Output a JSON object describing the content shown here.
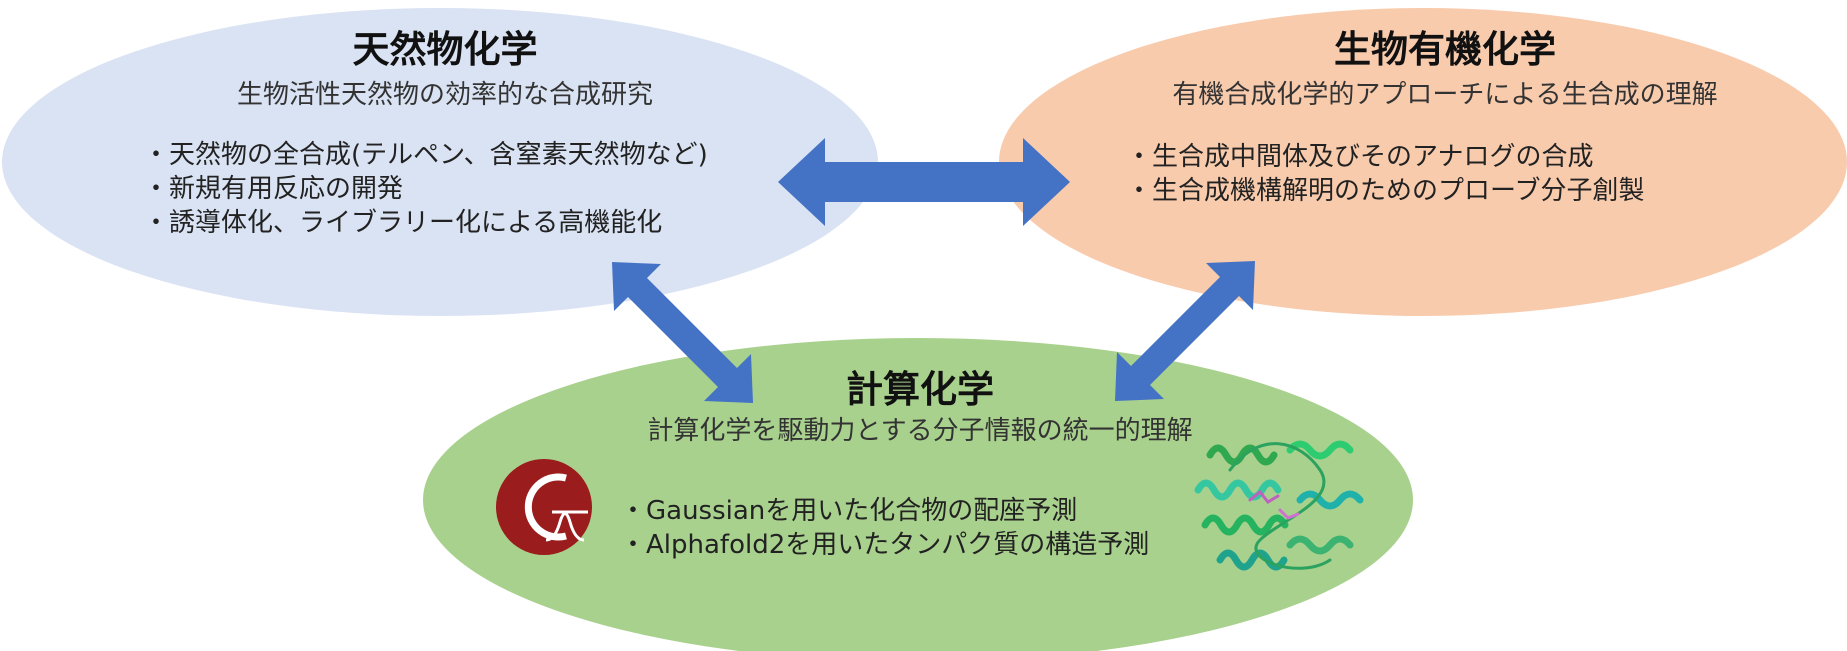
{
  "colors": {
    "natural_ellipse": "#dae3f3",
    "bioorganic_ellipse": "#f8cbad",
    "computational_ellipse": "#a9d18e",
    "arrow": "#4472c4",
    "gaussian_logo_bg": "#9b1c1c"
  },
  "natural_products": {
    "title": "天然物化学",
    "subtitle": "生物活性天然物の効率的な合成研究",
    "bullets": [
      "・天然物の全合成(テルペン、含窒素天然物など)",
      "・新規有用反応の開発",
      "・誘導体化、ライブラリー化による高機能化"
    ]
  },
  "bioorganic": {
    "title": "生物有機化学",
    "subtitle": "有機合成化学的アプローチによる生合成の理解",
    "bullets": [
      "・生合成中間体及びそのアナログの合成",
      "・生合成機構解明のためのプローブ分子創製"
    ]
  },
  "computational": {
    "title": "計算化学",
    "subtitle": "計算化学を駆動力とする分子情報の統一的理解",
    "bullets": [
      "・Gaussianを用いた化合物の配座予測",
      "・Alphafold2を用いたタンパク質の構造予測"
    ]
  },
  "icons": {
    "gaussian_logo": "gaussian-logo-icon",
    "protein_structure": "protein-structure-icon"
  }
}
